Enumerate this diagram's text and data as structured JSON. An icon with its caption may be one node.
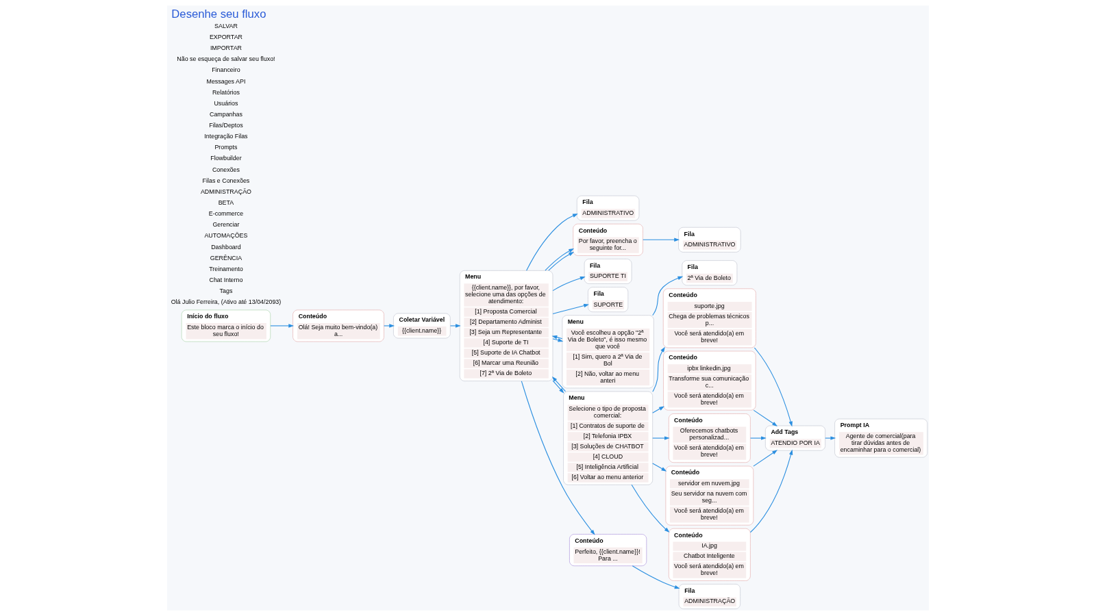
{
  "diagram": {
    "title": "Desenhe seu fluxo",
    "nodes": [
      {
        "text": [
          "Início do fluxo",
          "Este bloco marca o início do seu fluxo!"
        ]
      },
      {
        "text": [
          "Conteúdo",
          "Olá! Seja muito bem-vindo(a) a..."
        ]
      },
      {
        "text": [
          "Coletar Variável",
          "{{client.name}}"
        ]
      },
      {
        "text": [
          "Menu",
          "{{client.name}}, por favor, selecione uma das opções de atendimento:",
          "[1] Proposta Comercial",
          "[2] Departamento Administ",
          "[3] Seja um Representante",
          "[4] Suporte de TI",
          "[5] Suporte de IA Chatbot",
          "[6] Marcar uma Reunião",
          "[7] 2ª Via de Boleto"
        ]
      },
      {
        "text": [
          "Fila",
          "ADMINISTRATIVO"
        ]
      },
      {
        "text": [
          "Conteúdo",
          "Por favor, preencha o seguinte for..."
        ]
      },
      {
        "text": [
          "Fila",
          "ADMINISTRATIVO"
        ]
      },
      {
        "text": [
          "Fila",
          "SUPORTE TI"
        ]
      },
      {
        "text": [
          "Fila",
          "SUPORTE"
        ]
      },
      {
        "text": [
          "Menu",
          "Você escolheu a opção \"2ª Via de Boleto\", é isso mesmo que você",
          "[1] Sim, quero a 2ª Via de Bol",
          "[2] Não, voltar ao menu anteri"
        ]
      },
      {
        "text": [
          "Fila",
          "2ª Via de Boleto"
        ]
      },
      {
        "text": [
          "Menu",
          "Selecione o tipo de proposta comercial:",
          "[1] Contratos de suporte de",
          "[2] Telefonia IPBX",
          "[3] Soluções de CHATBOT",
          "[4] CLOUD",
          "[5] Inteligência Artificial",
          "[6] Voltar ao menu anterior"
        ]
      },
      {
        "text": [
          "Conteúdo",
          "suporte.jpg",
          "Chega de problemas técnicos p...",
          "Você será atendido(a) em breve!"
        ]
      },
      {
        "text": [
          "Conteúdo",
          "ipbx linkedin.jpg",
          "Transforme sua comunicação c...",
          "Você será atendido(a) em breve!"
        ]
      },
      {
        "text": [
          "Conteúdo",
          "Oferecemos chatbots personalizad...",
          "Você será atendido(a) em breve!"
        ]
      },
      {
        "text": [
          "Conteúdo",
          "servidor em nuvem.jpg",
          "Seu servidor na nuvem com seg...",
          "Você será atendido(a) em breve!"
        ]
      },
      {
        "text": [
          "Conteúdo",
          "IA.jpg",
          "Chatbot Inteligente",
          "Você será atendido(a) em breve!"
        ]
      },
      {
        "text": [
          "Conteúdo",
          "Perfeito, {{client.name}}! Para ..."
        ]
      },
      {
        "text": [
          "Fila",
          "ADMINISTRAÇÃO"
        ]
      },
      {
        "text": [
          "Add Tags",
          "ATENDIO POR IA"
        ]
      },
      {
        "text": [
          "Prompt IA",
          "Agente de comercial(para tirar dúvidas antes de encaminhar para o comercial)"
        ]
      }
    ],
    "edges": [
      {
        "from": 0,
        "to": 1,
        "arrow": "to"
      },
      {
        "from": 1,
        "to": 2,
        "arrow": "to"
      },
      {
        "from": 2,
        "to": 3,
        "arrow": "to"
      },
      {
        "from": 3,
        "to": 11,
        "arrow": "to"
      },
      {
        "from": 3,
        "to": 4,
        "arrow": "to"
      },
      {
        "from": 3,
        "to": 5,
        "arrow": "to"
      },
      {
        "from": 3,
        "to": 7,
        "arrow": "to"
      },
      {
        "from": 3,
        "to": 8,
        "arrow": "to"
      },
      {
        "from": 3,
        "to": 5,
        "arrow": "to"
      },
      {
        "from": 3,
        "to": 9,
        "arrow": "to"
      },
      {
        "from": 3,
        "to": 17,
        "arrow": "to"
      },
      {
        "from": 5,
        "to": 6,
        "arrow": "to"
      },
      {
        "from": 9,
        "to": 10,
        "arrow": "to"
      },
      {
        "from": 9,
        "to": 3,
        "arrow": "to"
      },
      {
        "from": 11,
        "to": 12,
        "arrow": "to"
      },
      {
        "from": 11,
        "to": 13,
        "arrow": "to"
      },
      {
        "from": 11,
        "to": 14,
        "arrow": "to"
      },
      {
        "from": 11,
        "to": 15,
        "arrow": "to"
      },
      {
        "from": 11,
        "to": 16,
        "arrow": "to"
      },
      {
        "from": 11,
        "to": 3,
        "arrow": "to"
      },
      {
        "from": 17,
        "to": 18,
        "arrow": "to"
      },
      {
        "from": 12,
        "to": 19,
        "arrow": "to"
      },
      {
        "from": 13,
        "to": 19,
        "arrow": "to"
      },
      {
        "from": 14,
        "to": 19,
        "arrow": "to"
      },
      {
        "from": 15,
        "to": 19,
        "arrow": "to"
      },
      {
        "from": 16,
        "to": 19,
        "arrow": "to"
      },
      {
        "from": 19,
        "to": 20,
        "arrow": "to"
      }
    ],
    "labels": [
      "Olá Julio Ferreira, (Ativo até 13/04/2093)",
      "Tags",
      "Chat Interno",
      "Treinamento",
      "GERÊNCIA",
      "Dashboard",
      "AUTOMAÇÕES",
      "Gerenciar",
      "E-commerce",
      "BETA",
      "ADMINISTRAÇÃO",
      "Filas e Conexões",
      "Conexões",
      "Flowbuilder",
      "Prompts",
      "Integração Filas",
      "Filas/Deptos",
      "Campanhas",
      "Usuários",
      "Relatórios",
      "Messages API",
      "Financeiro",
      "Não se esqueça de salvar seu fluxo!",
      "IMPORTAR",
      "EXPORTAR",
      "SALVAR"
    ]
  }
}
